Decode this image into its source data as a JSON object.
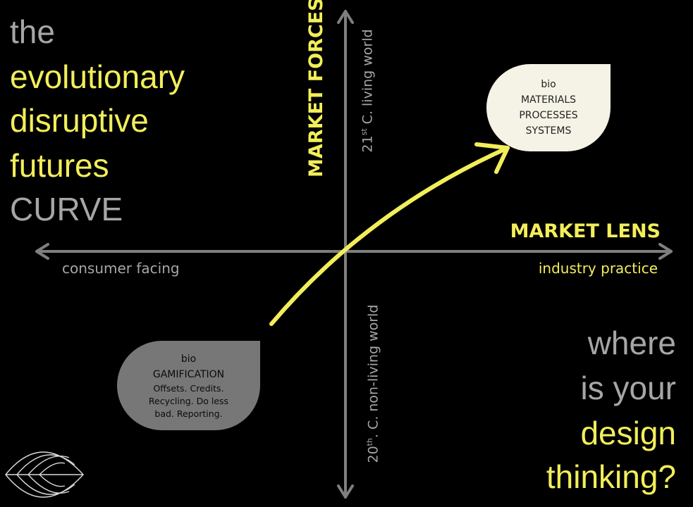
{
  "title": {
    "line1": "the",
    "line2": "evolutionary",
    "line3": "disruptive",
    "line4": "futures",
    "line5": "CURVE"
  },
  "question": {
    "line1": "where",
    "line2": "is your",
    "line3": "design",
    "line4": "thinking?"
  },
  "axes": {
    "vertical_title": "MARKET FORCES",
    "vertical_top": {
      "prefix": "21",
      "sup": "st",
      "suffix": " C. living world"
    },
    "vertical_bottom": {
      "prefix": "20",
      "sup": "th",
      "suffix": ". C. non-living world"
    },
    "horizontal_title": "MARKET LENS",
    "horizontal_left": "consumer facing",
    "horizontal_right": "industry practice"
  },
  "top_node": {
    "line1": "bio",
    "line2": "MATERIALS",
    "line3": "PROCESSES",
    "line4": "SYSTEMS"
  },
  "bottom_node": {
    "line1": "bio",
    "line2": "GAMIFICATION",
    "line3": "Offsets. Credits.",
    "line4": "Recycling. Do less",
    "line5": "bad. Reporting."
  },
  "colors": {
    "background": "#000000",
    "accent": "#f2ee5a",
    "grey_text": "#a6a6a6",
    "axis": "#7f7f7f",
    "top_node_fill": "#f4f3e6",
    "bottom_node_fill": "#777777"
  },
  "icons": {
    "logo": "leaf-logo-icon"
  }
}
